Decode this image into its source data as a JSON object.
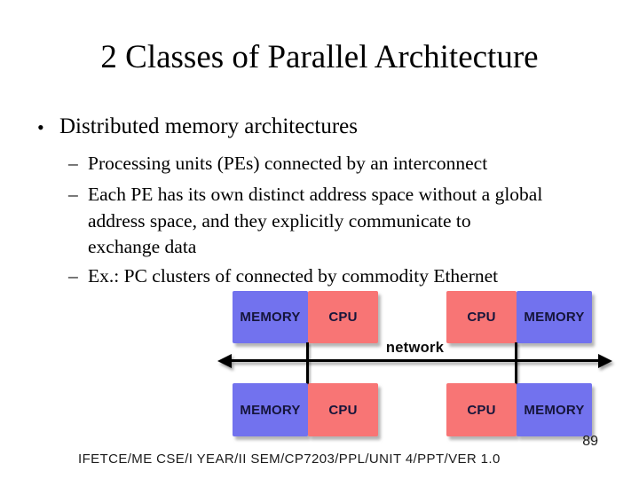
{
  "slide": {
    "title": "2 Classes of Parallel Architecture",
    "page_number": "89",
    "footer": "IFETCE/ME CSE/I YEAR/II SEM/CP7203/PPL/UNIT 4/PPT/VER 1.0"
  },
  "bullets": {
    "level1_marker": "•",
    "level1": "Distributed memory architectures",
    "sub_marker": "–",
    "sub1": "Processing units (PEs) connected by an interconnect",
    "sub2_lines": {
      "line1": "Each PE has its own distinct address space without a global",
      "line2": "address space, and they explicitly communicate to",
      "line3": "exchange data"
    },
    "sub3": "Ex.: PC clusters of connected by commodity Ethernet"
  },
  "diagram": {
    "network_label": "network",
    "nodes": [
      {
        "position": "top-left",
        "blocks": [
          {
            "label": "MEMORY",
            "type": "memory"
          },
          {
            "label": "CPU",
            "type": "cpu"
          }
        ]
      },
      {
        "position": "top-right",
        "blocks": [
          {
            "label": "CPU",
            "type": "cpu"
          },
          {
            "label": "MEMORY",
            "type": "memory"
          }
        ]
      },
      {
        "position": "bottom-left",
        "blocks": [
          {
            "label": "MEMORY",
            "type": "memory"
          },
          {
            "label": "CPU",
            "type": "cpu"
          }
        ]
      },
      {
        "position": "bottom-right",
        "blocks": [
          {
            "label": "CPU",
            "type": "cpu"
          },
          {
            "label": "MEMORY",
            "type": "memory"
          }
        ]
      }
    ],
    "colors": {
      "memory_block": "#7272ee",
      "cpu_block": "#f87575",
      "block_text": "#15153a",
      "line": "#000000"
    }
  }
}
